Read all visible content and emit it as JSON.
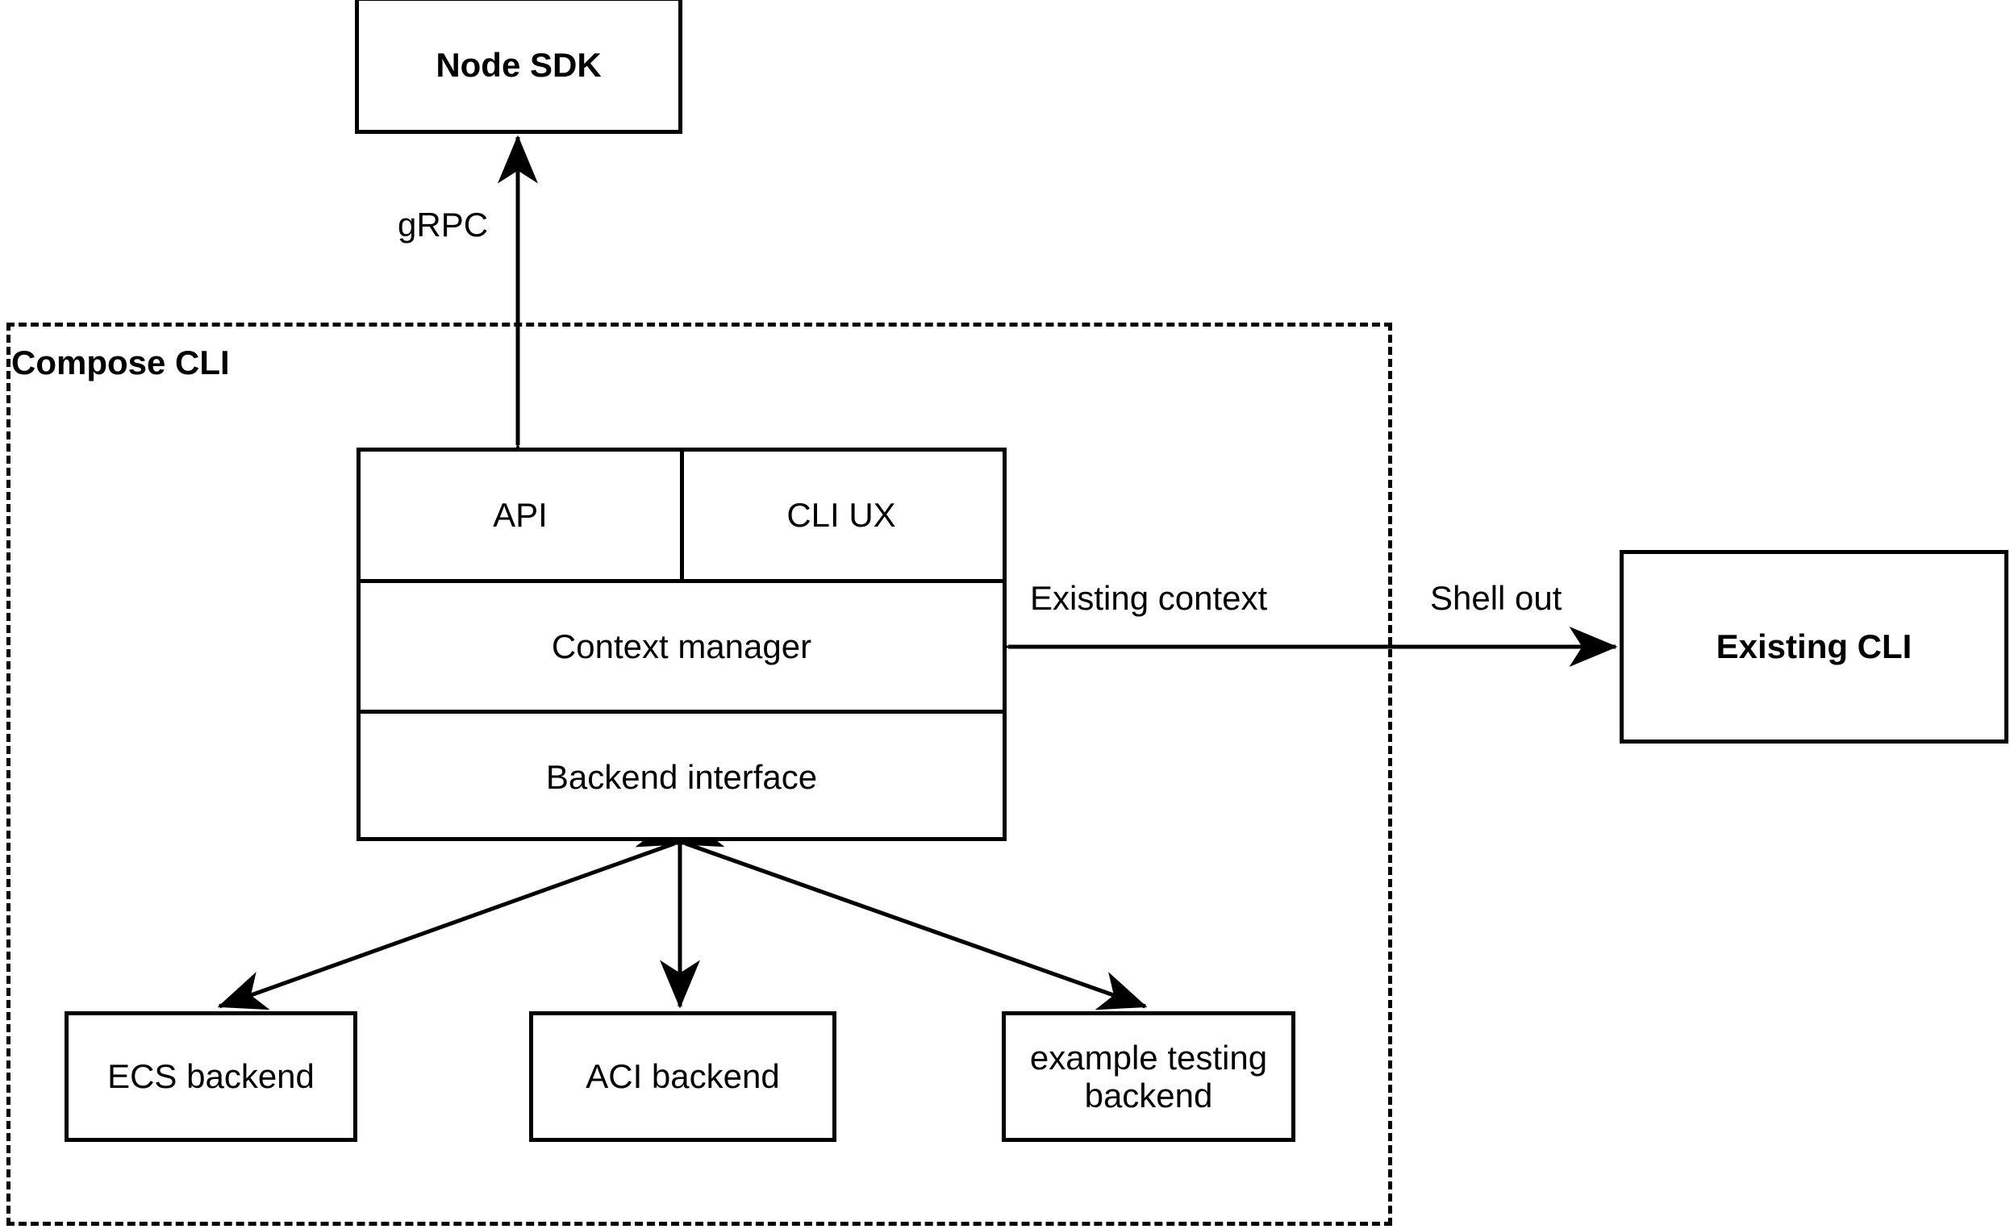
{
  "diagram": {
    "title_group": "Compose CLI",
    "nodes": {
      "node_sdk": "Node SDK",
      "existing_cli": "Existing CLI",
      "ecs_backend": "ECS backend",
      "aci_backend": "ACI backend",
      "example_testing_backend_line1": "example testing",
      "example_testing_backend_line2": "backend"
    },
    "stack": {
      "api": "API",
      "cli_ux": "CLI UX",
      "context_manager": "Context manager",
      "backend_interface": "Backend interface"
    },
    "edge_labels": {
      "grpc": "gRPC",
      "existing_context": "Existing context",
      "shell_out": "Shell out"
    },
    "colors": {
      "stroke": "#000000",
      "fill": "#ffffff",
      "text": "#000000"
    }
  }
}
